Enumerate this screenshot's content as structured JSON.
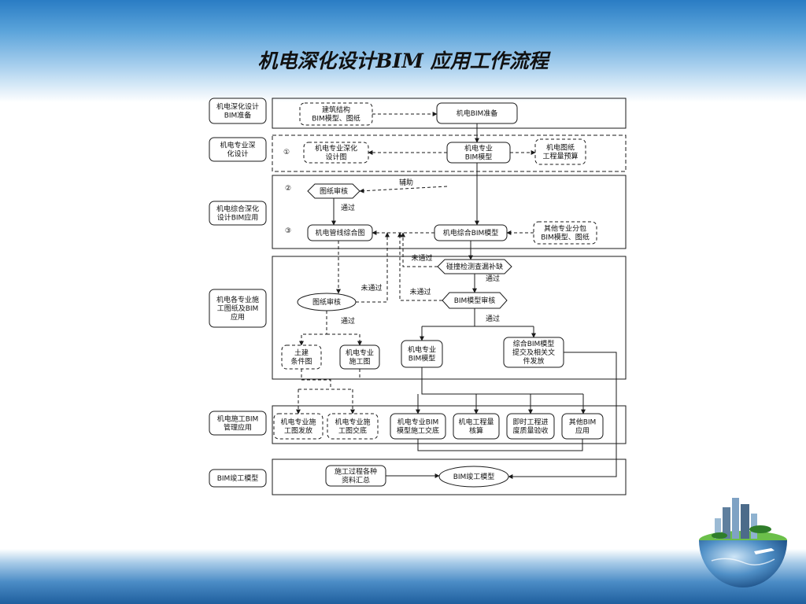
{
  "title": "机电深化设计BIM 应用工作流程",
  "stages": [
    [
      "机电深化设计",
      "BIM准备"
    ],
    [
      "机电专业深",
      "化设计"
    ],
    [
      "机电综合深化",
      "设计BIM应用"
    ],
    [
      "机电各专业施",
      "工图纸及BIM",
      "应用"
    ],
    [
      "机电施工BIM",
      "管理应用"
    ],
    [
      "BIM竣工模型"
    ]
  ],
  "nodes": {
    "arch_model": [
      "建筑结构",
      "BIM模型、图纸"
    ],
    "mep_prep": [
      "机电BIM准备"
    ],
    "num1": "①",
    "mep_drawing": [
      "机电专业深化",
      "设计图"
    ],
    "mep_model": [
      "机电专业",
      "BIM模型"
    ],
    "budget": [
      "机电图纸",
      "工程量预算"
    ],
    "num2": "②",
    "review1": [
      "图纸审核"
    ],
    "assist": "辅助",
    "pass1": "通过",
    "num3": "③",
    "pipe_drawing": [
      "机电管线综合图"
    ],
    "combined_model": [
      "机电综合BIM模型"
    ],
    "other_sub": [
      "其他专业分包",
      "BIM模型、图纸"
    ],
    "fail1": "未通过",
    "clash": [
      "碰撞检测查漏补缺"
    ],
    "pass2": "通过",
    "fail2": "未通过",
    "fail3": "未通过",
    "review2": [
      "图纸审核"
    ],
    "model_review": [
      "BIM模型审核"
    ],
    "pass3": "通过",
    "pass4": "通过",
    "civil": [
      "土建",
      "条件图"
    ],
    "mep_construct": [
      "机电专业",
      "施工图"
    ],
    "mep_bim": [
      "机电专业",
      "BIM模型"
    ],
    "submit": [
      "综合BIM模型",
      "提交及相关文",
      "件发放"
    ],
    "issue": [
      "机电专业施",
      "工图发放"
    ],
    "handover": [
      "机电专业施",
      "工图交底"
    ],
    "bim_handover": [
      "机电专业BIM",
      "模型施工交底"
    ],
    "quantity": [
      "机电工程量",
      "核算"
    ],
    "progress": [
      "即时工程进",
      "度质量验收"
    ],
    "other_bim": [
      "其他BIM",
      "应用"
    ],
    "records": [
      "施工过程各种",
      "资料汇总"
    ],
    "final_model": [
      "BIM竣工模型"
    ]
  },
  "colors": {
    "line": "#1a1a1a",
    "band_top": "#2a7cc4",
    "band_bottom": "#1f5f9e"
  }
}
